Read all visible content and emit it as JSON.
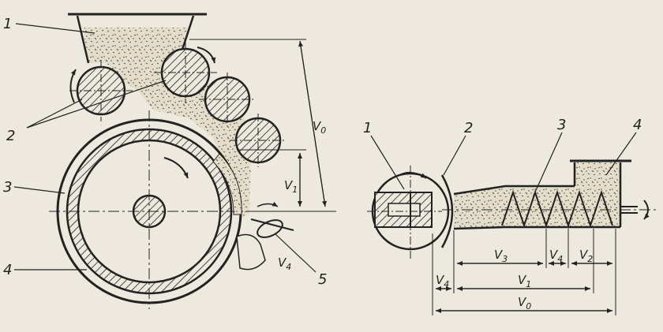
{
  "colors": {
    "paper": "#ede9de",
    "ink": "#222222",
    "grain": "#e4ddc9"
  },
  "left_figure": {
    "labels": {
      "hopper": "1",
      "rolls": "2",
      "drum": "3",
      "jacket": "4",
      "knife": "5"
    },
    "dims": {
      "v0": "V",
      "v0_sub": "0",
      "v1": "V",
      "v1_sub": "1",
      "v4": "V",
      "v4_sub": "4"
    }
  },
  "right_figure": {
    "labels": {
      "die": "1",
      "head": "2",
      "screw": "3",
      "hopper": "4"
    },
    "dims": {
      "v3": "V",
      "v3_sub": "3",
      "v4a": "V",
      "v4a_sub": "4",
      "v2": "V",
      "v2_sub": "2",
      "v4b": "V",
      "v4b_sub": "4",
      "v1": "V",
      "v1_sub": "1",
      "v0": "V",
      "v0_sub": "0"
    }
  }
}
